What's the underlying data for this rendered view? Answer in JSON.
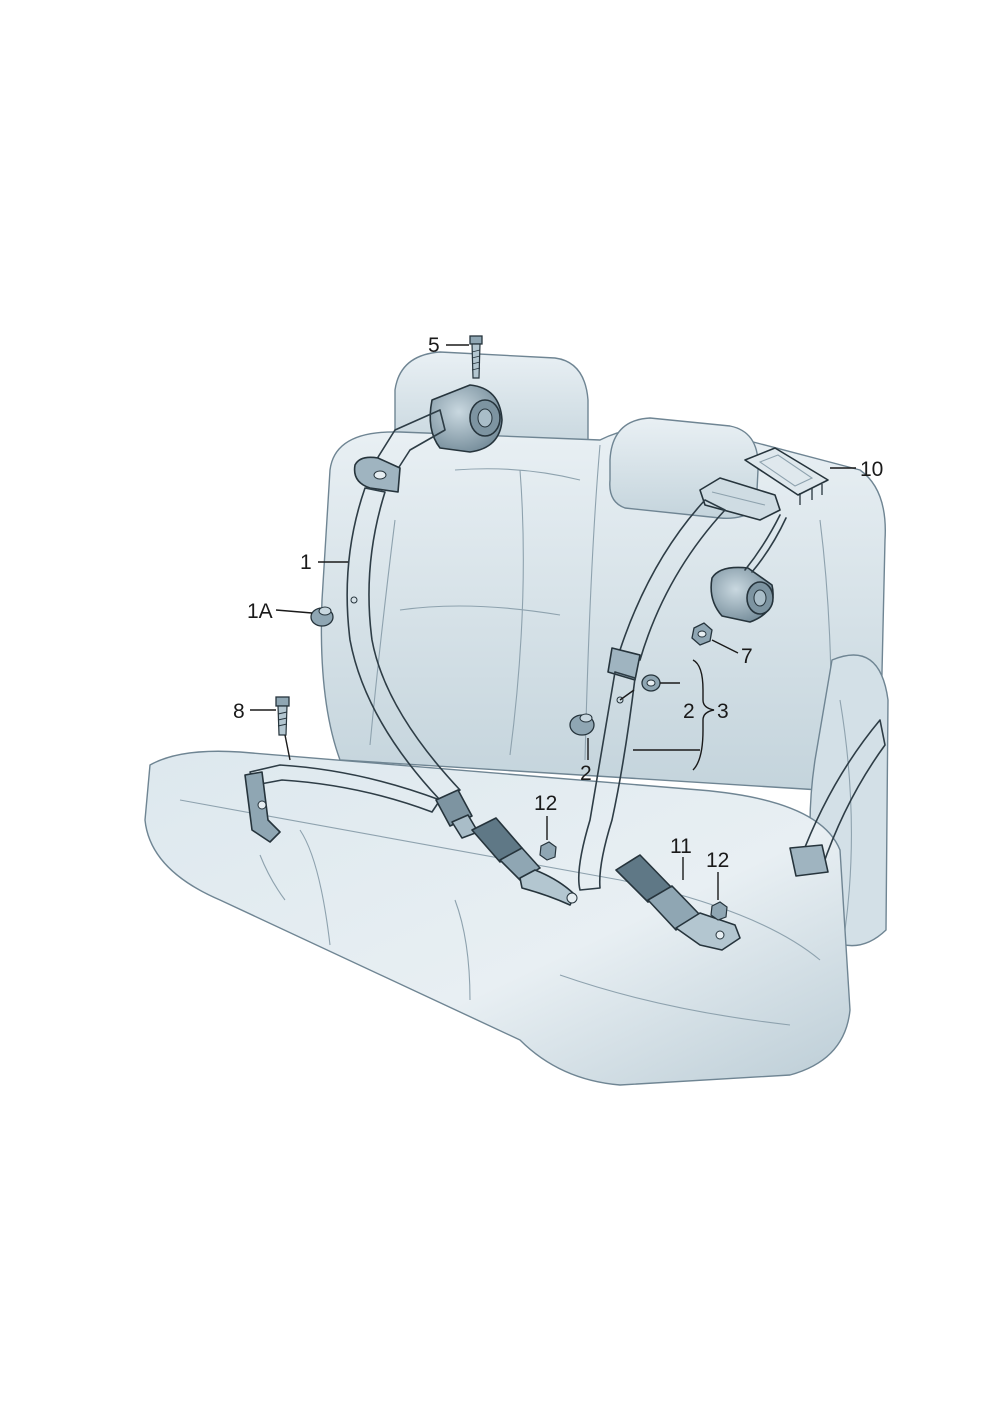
{
  "colors": {
    "seat_fill_light": "#e6eef2",
    "seat_fill_mid": "#cfdce3",
    "seat_fill_dark": "#b3c6d0",
    "belt_fill": "#a9bdc8",
    "part_fill": "#8fa6b3",
    "outline": "#2e3d46"
  },
  "labels": {
    "p1": "1",
    "p1a": "1A",
    "p2a": "2",
    "p2b": "2",
    "p3": "3",
    "p5": "5",
    "p7": "7",
    "p8": "8",
    "p10": "10",
    "p11": "11",
    "p12a": "12",
    "p12b": "12"
  }
}
